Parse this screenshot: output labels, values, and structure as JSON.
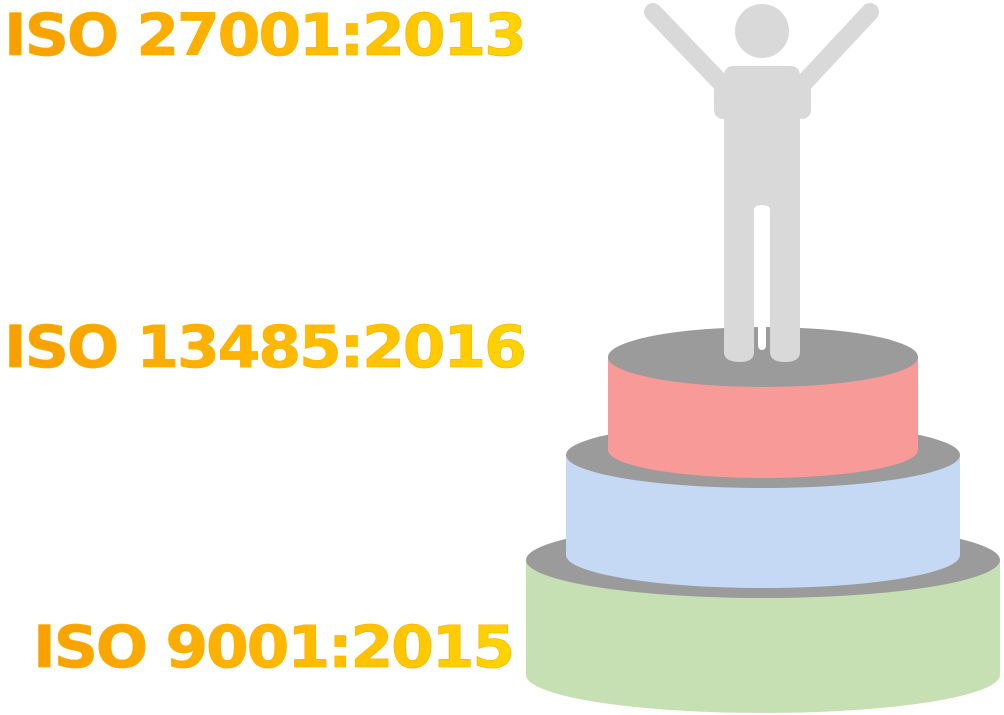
{
  "levels": [
    {
      "label": "ISO 27001:2013"
    },
    {
      "label": "ISO 13485:2016"
    },
    {
      "label": "ISO 9001:2015"
    }
  ],
  "colors": {
    "text_gradient": [
      "#f6a000",
      "#ffd400"
    ],
    "top_tier": "#f89a97",
    "middle_tier": "#c5d9f5",
    "bottom_tier": "#c6e0b4",
    "tier_top_surface": "#9b9b9b",
    "figure": "#d9d9d9"
  },
  "icons": [
    "person-arms-raised-icon",
    "tiered-podium-icon"
  ]
}
